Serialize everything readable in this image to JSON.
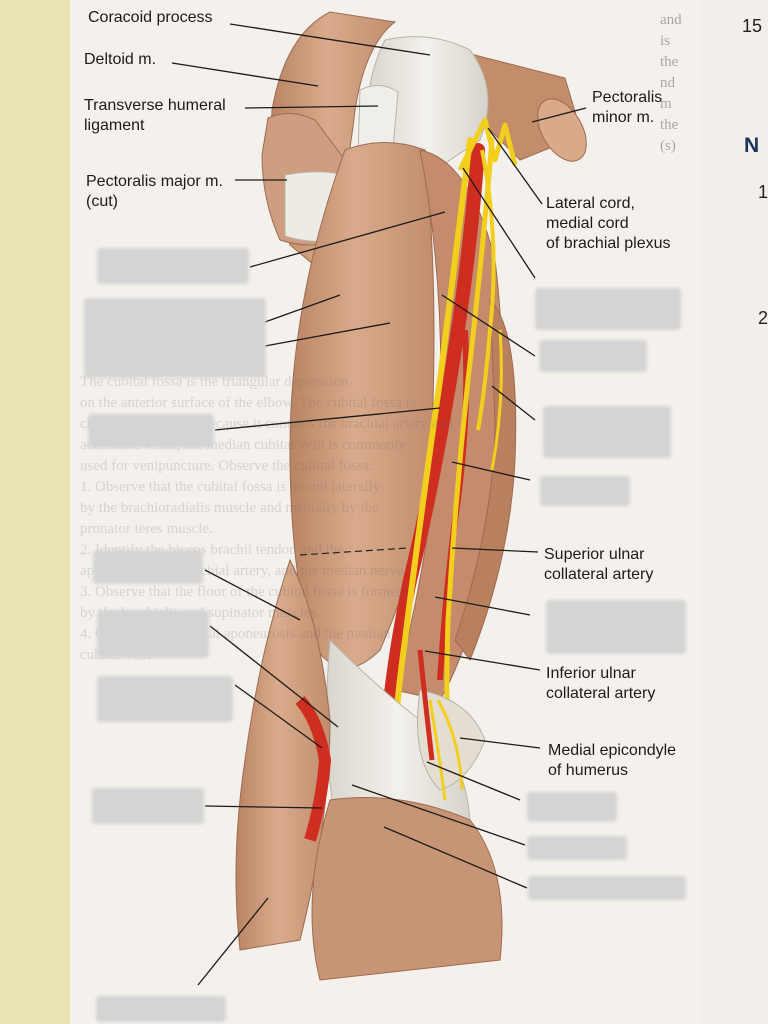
{
  "page": {
    "page_number": "15",
    "heading_fragment": "N"
  },
  "labels": {
    "coracoid_process": "Coracoid process",
    "deltoid": "Deltoid m.",
    "transverse_humeral_ligament": "Transverse humeral\nligament",
    "pectoralis_major_cut": "Pectoralis major m.\n(cut)",
    "pectoralis_minor": "Pectoralis\nminor m.",
    "cords_brachial_plexus": "Lateral cord,\nmedial cord\nof brachial plexus",
    "superior_ulnar_collateral": "Superior ulnar\ncollateral artery",
    "inferior_ulnar_collateral": "Inferior ulnar\ncollateral artery",
    "medial_epicondyle": "Medial epicondyle\nof humerus"
  },
  "background_text": {
    "upper": "and\nis\nthe\nnd\nm\nthe\n(s)",
    "lower": "The cubital fossa is the triangular depression\non the anterior surface of the elbow. The cubital fossa is\nclinically important because it contains the brachial artery and\naccessible veins; the median cubital vein is commonly\nused for venipuncture. Observe the cubital fossa.\n1. Observe that the cubital fossa is bound laterally\nby the brachioradialis muscle and medially by the\npronator teres muscle.\n2. Identify the biceps brachii tendon and the\naponeurosis, the brachial artery, and the median nerve.\n3. Observe that the floor of the cubital fossa is formed\nby the brachialis and supinator muscles.\n4. Observe the bicipital aponeurosis and the median\ncubital vein.",
    "right_digits": [
      "1",
      "2"
    ]
  },
  "colors": {
    "muscle": "#c79575",
    "muscle_light": "#ddb59a",
    "tendon": "#eae7df",
    "nerve": "#f2cf1c",
    "artery": "#cf2d20",
    "paper": "#f4f1ec",
    "margin_yellow": "#e9e3b4"
  }
}
